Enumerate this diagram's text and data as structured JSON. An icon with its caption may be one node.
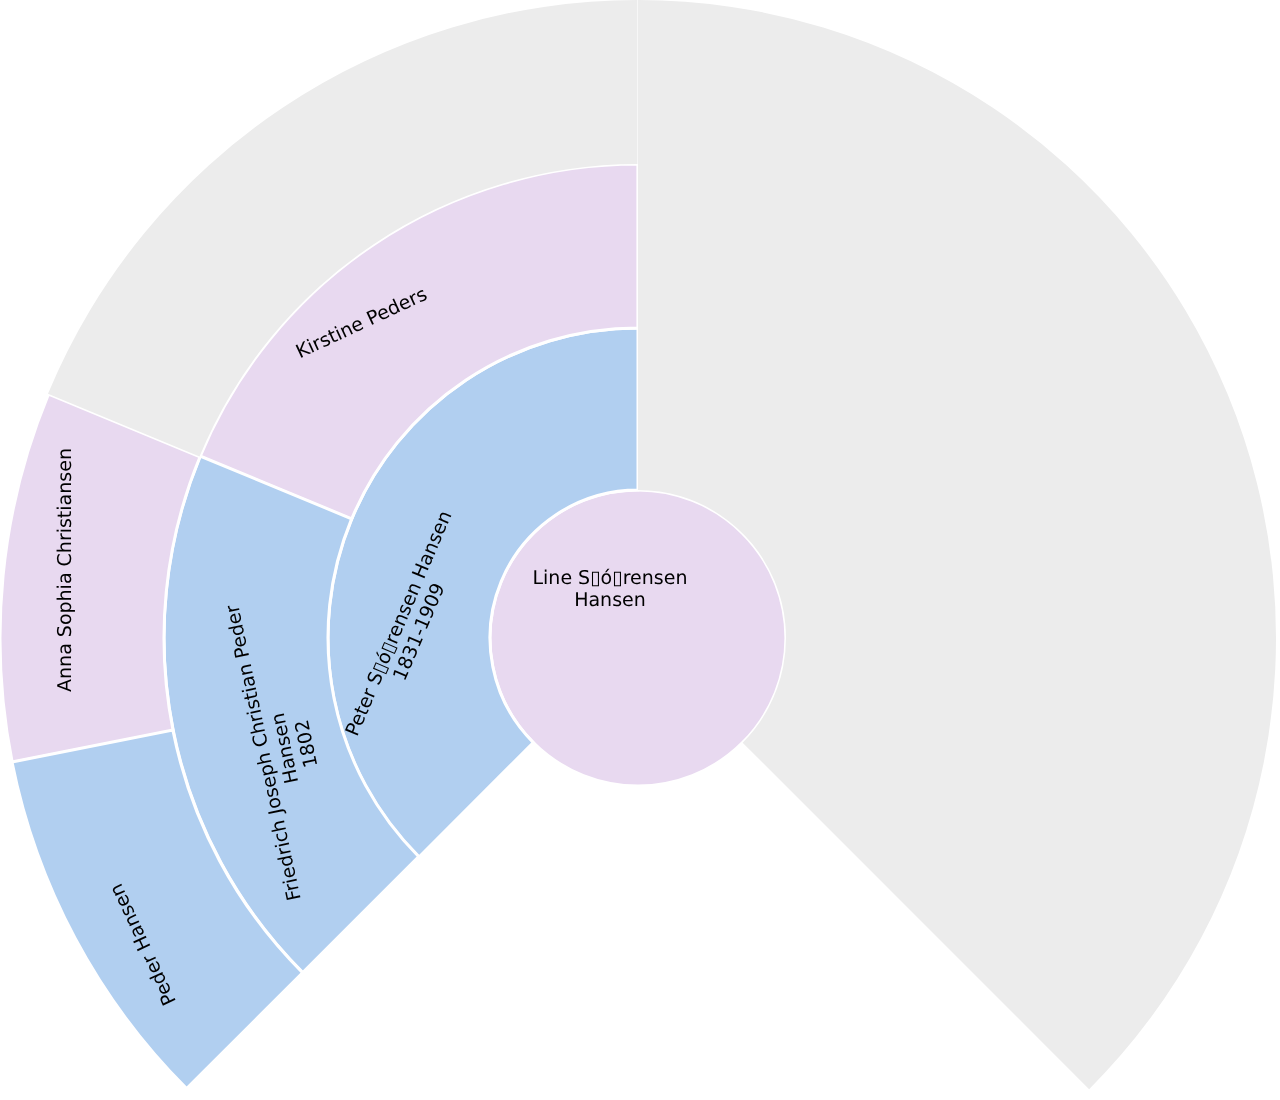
{
  "diagram": {
    "nodes": [
      {
        "text": [
          "Line S▯ó▯rensen Hansen"
        ]
      },
      {
        "text": [
          "Peter S▯ó▯rensen Hansen",
          "1831-1909"
        ]
      },
      {
        "text": [
          "Kirstine Peders"
        ]
      },
      {
        "text": [
          "Friedrich Joseph Christian Peder Hansen",
          "1802"
        ]
      },
      {
        "text": [
          "Anna Sophia Christiansen"
        ]
      },
      {
        "text": [
          "Peder Hansen"
        ]
      },
      {
        "text": [],
        "shape": "sector"
      },
      {
        "text": [],
        "shape": "sector"
      }
    ]
  }
}
